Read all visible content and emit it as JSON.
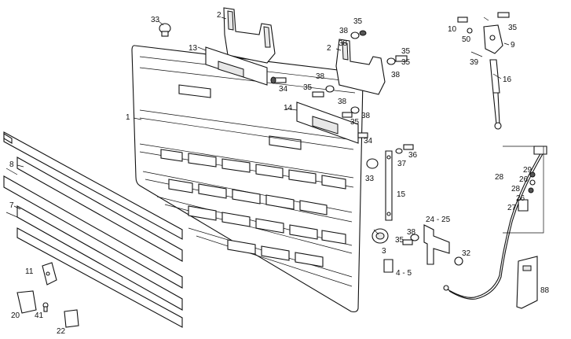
{
  "callouts": {
    "c1": "1",
    "c2a": "2",
    "c2b": "2",
    "c3": "3",
    "c4_5": "4 - 5",
    "c7": "7",
    "c8": "8",
    "c9": "9",
    "c10": "10",
    "c11": "11",
    "c13": "13",
    "c14": "14",
    "c15": "15",
    "c16": "16",
    "c20": "20",
    "c22": "22",
    "c24_25": "24 - 25",
    "c26a": "26",
    "c26b": "26",
    "c27": "27",
    "c28a": "28",
    "c28b": "28",
    "c29": "29",
    "c32": "32",
    "c33a": "33",
    "c33b": "33",
    "c34a": "34",
    "c34b": "34",
    "c35a": "35",
    "c35b": "35",
    "c35c": "35",
    "c35d": "35",
    "c35e": "35",
    "c35f": "35",
    "c35g": "35",
    "c36": "36",
    "c37": "37",
    "c38a": "38",
    "c38b": "38",
    "c38c": "38",
    "c38d": "38",
    "c38e": "38",
    "c38f": "38",
    "c39": "39",
    "c41": "41",
    "c50": "50",
    "c88": "88"
  }
}
